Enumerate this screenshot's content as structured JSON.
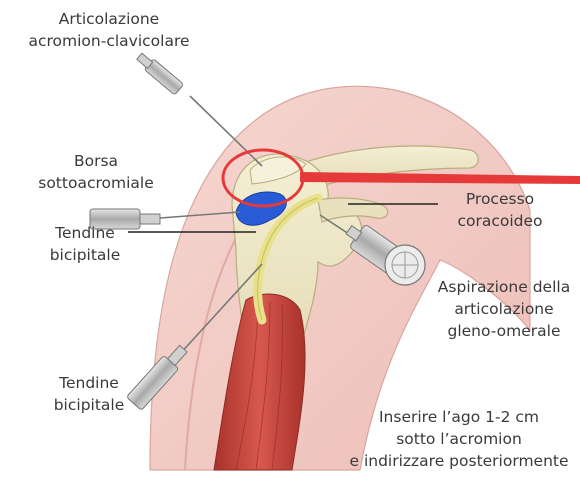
{
  "labels": {
    "acromioclavicular": [
      "Articolazione",
      "acromion-clavicolare"
    ],
    "subacromial_bursa": [
      "Borsa",
      "sottoacromiale"
    ],
    "biceps_tendon_upper": [
      "Tendine",
      "bicipitale"
    ],
    "biceps_tendon_lower": [
      "Tendine",
      "bicipitale"
    ],
    "coracoid": [
      "Processo",
      "coracoideo"
    ],
    "glenohumeral": [
      "Aspirazione della",
      "articolazione",
      "gleno-omerale"
    ],
    "instruction": [
      "Inserire l’ago 1-2 cm",
      "sotto l’acromion",
      "e indirizzare posteriormente"
    ]
  },
  "colors": {
    "skin": "#f2c9c3",
    "bone": "#efe9c9",
    "bursa": "#2a5bd6",
    "tendon": "#e8e08a",
    "muscle": "#c4483f",
    "highlight_red": "#e63a3a",
    "needle_metal": "#b9b9b9"
  }
}
